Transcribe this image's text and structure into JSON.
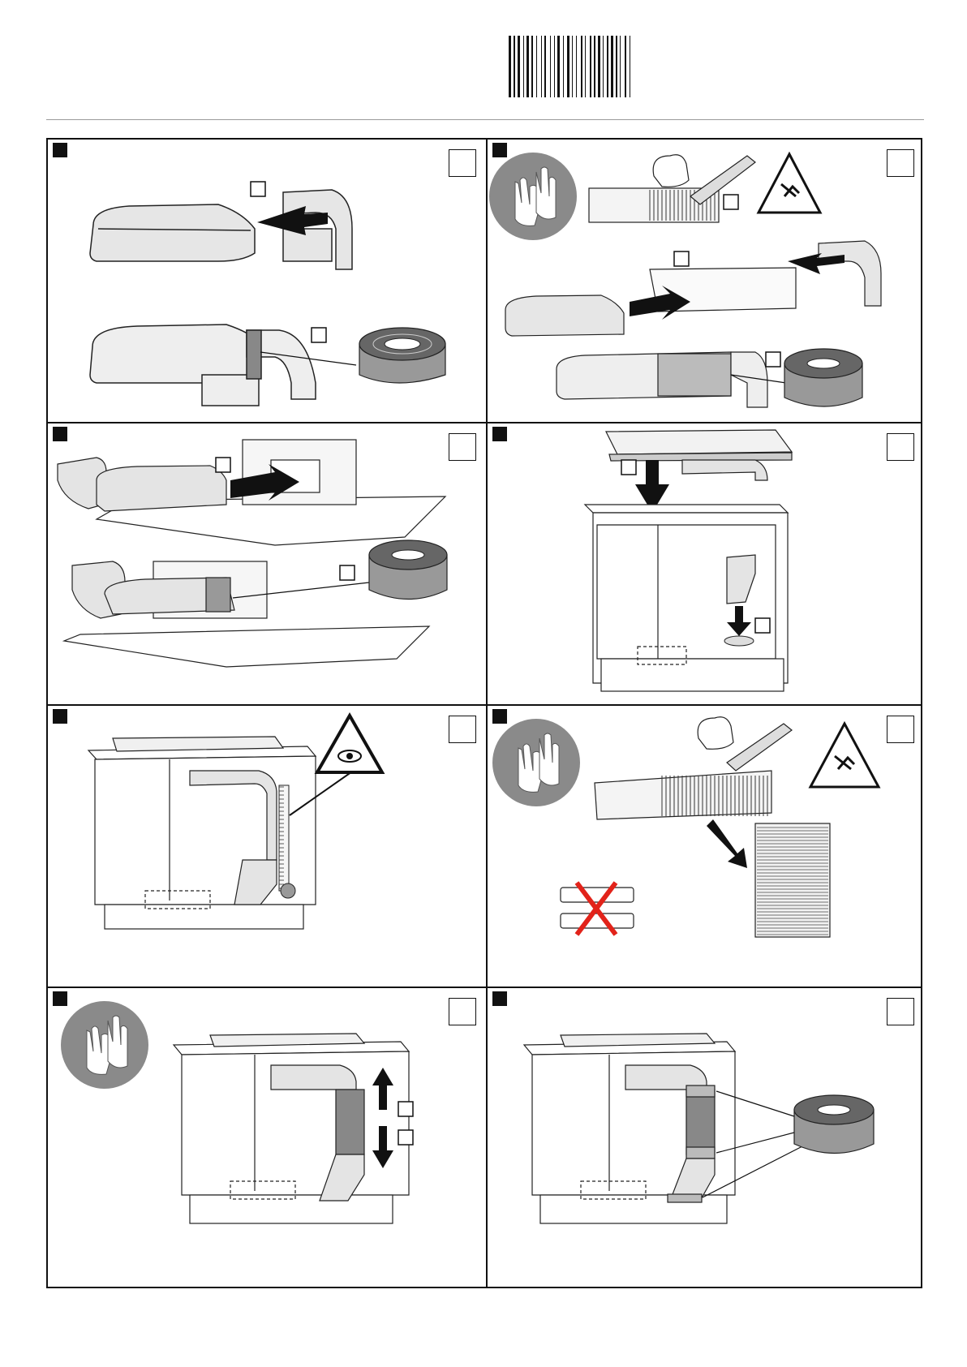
{
  "document": {
    "barcode_icon": "barcode-icon",
    "panel_count": 8,
    "panels": [
      {
        "id": "p1",
        "icons": [
          "duct-elbow-icon",
          "arrow-icon",
          "sealing-tape-roll-icon"
        ]
      },
      {
        "id": "p2",
        "icons": [
          "protective-gloves-icon",
          "cutter-knife-icon",
          "cut-hazard-warning-icon",
          "flexible-duct-icon",
          "sealing-tape-roll-icon"
        ]
      },
      {
        "id": "p3",
        "icons": [
          "duct-elbow-icon",
          "hob-unit-icon",
          "sealing-tape-roll-icon"
        ]
      },
      {
        "id": "p4",
        "icons": [
          "hob-unit-icon",
          "cabinet-icon",
          "plinth-adapter-icon",
          "arrow-down-icon"
        ]
      },
      {
        "id": "p5",
        "icons": [
          "cabinet-icon",
          "attention-eye-warning-icon",
          "measuring-tape-icon"
        ]
      },
      {
        "id": "p6",
        "icons": [
          "protective-gloves-icon",
          "cutter-knife-icon",
          "cut-hazard-warning-icon",
          "compressed-duct-icon",
          "not-allowed-x-icon"
        ]
      },
      {
        "id": "p7",
        "icons": [
          "protective-gloves-icon",
          "cabinet-icon",
          "flexible-duct-icon",
          "up-down-arrows-icon"
        ]
      },
      {
        "id": "p8",
        "icons": [
          "cabinet-icon",
          "flexible-duct-icon",
          "sealing-tape-roll-icon"
        ]
      }
    ]
  }
}
